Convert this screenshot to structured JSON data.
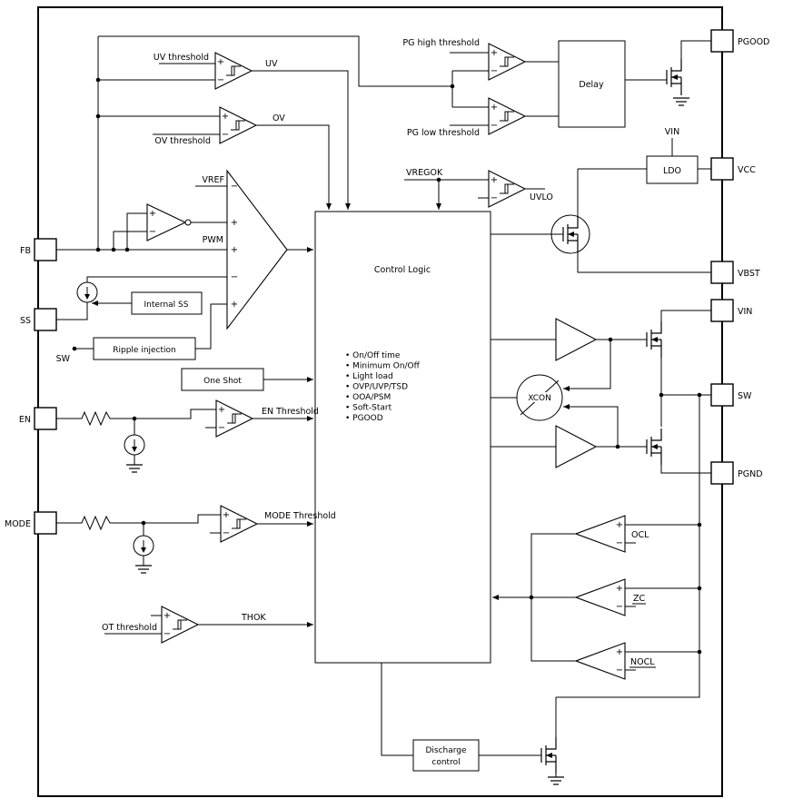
{
  "pins": {
    "left": [
      {
        "label": "FB"
      },
      {
        "label": "SS"
      },
      {
        "label": "EN"
      },
      {
        "label": "MODE"
      }
    ],
    "right": [
      {
        "label": "PGOOD"
      },
      {
        "label": "VCC"
      },
      {
        "label": "VBST"
      },
      {
        "label": "VIN"
      },
      {
        "label": "SW"
      },
      {
        "label": "PGND"
      }
    ]
  },
  "blocks": {
    "internal_ss": "Internal SS",
    "ripple_injection": "Ripple injection",
    "one_shot": "One Shot",
    "control_logic": "Control Logic",
    "delay": "Delay",
    "ldo": "LDO",
    "xcon": "XCON",
    "discharge_line1": "Discharge",
    "discharge_line2": "control"
  },
  "control_items": [
    "• On/Off time",
    "• Minimum On/Off",
    "• Light load",
    "• OVP/UVP/TSD",
    "• OOA/PSM",
    "• Soft-Start",
    "• PGOOD"
  ],
  "signals": {
    "uv_threshold": "UV threshold",
    "uv": "UV",
    "ov_threshold": "OV threshold",
    "ov": "OV",
    "vref": "VREF",
    "pwm": "PWM",
    "sw_node": "SW",
    "en_threshold": "EN Threshold",
    "mode_threshold": "MODE Threshold",
    "ot_threshold": "OT threshold",
    "thok": "THOK",
    "pg_high_threshold": "PG high threshold",
    "pg_low_threshold": "PG low threshold",
    "vregok": "VREGOK",
    "uvlo": "UVLO",
    "vin_top": "VIN",
    "ocl": "OCL",
    "zc": "ZC",
    "nocl": "NOCL"
  },
  "sym": {
    "plus": "+",
    "minus": "−"
  },
  "colors": {
    "line": "#000000",
    "background": "#ffffff"
  }
}
